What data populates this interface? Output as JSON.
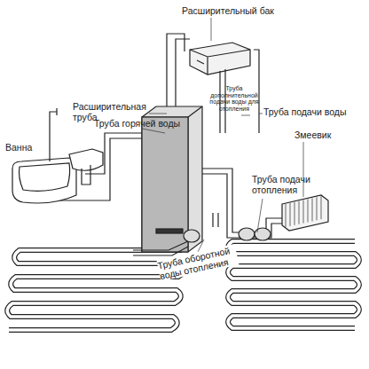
{
  "diagram": {
    "labels": [
      "Расширительный бак",
      "Расширительная труба",
      "Труба дополнительной подачи воды для отопления",
      "Труба подачи воды",
      "Ванна",
      "Труба горячей воды",
      "Змеевик",
      "Труба подачи отопления",
      "Труба оборотной воды отопления"
    ]
  }
}
